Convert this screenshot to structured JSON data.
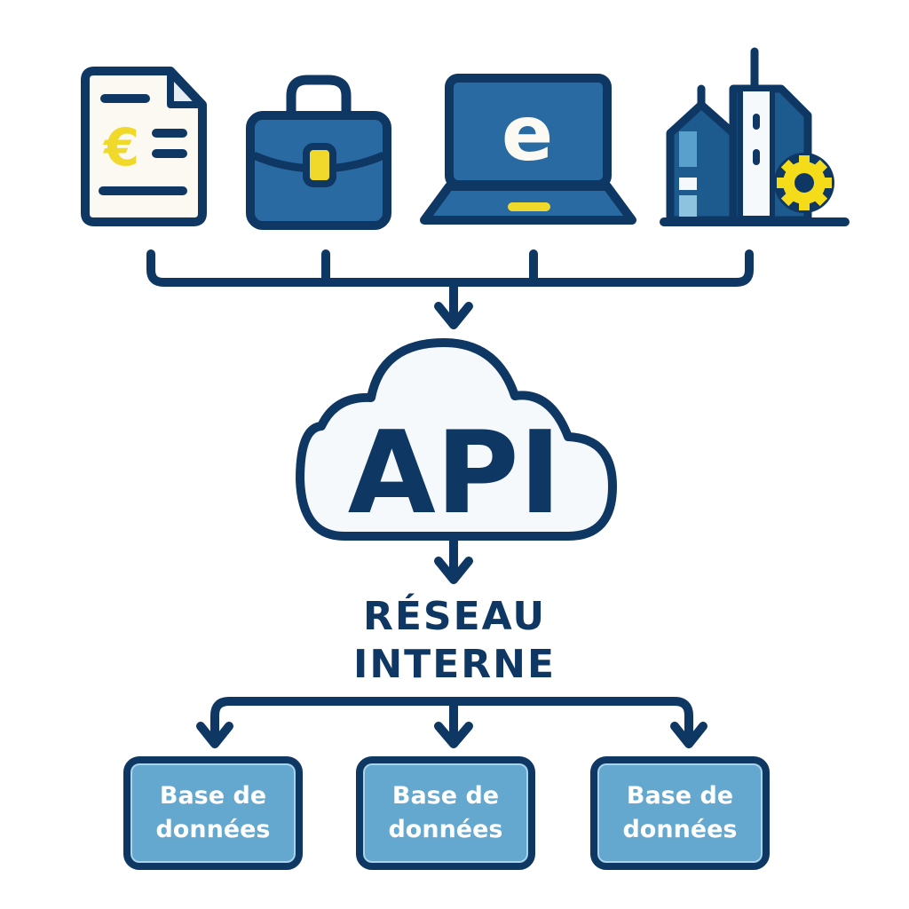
{
  "diagram": {
    "title": "API integration diagram",
    "sources": [
      {
        "name": "invoice",
        "icon": "euro-document-icon",
        "symbol": "€"
      },
      {
        "name": "business",
        "icon": "briefcase-icon"
      },
      {
        "name": "e-commerce",
        "icon": "laptop-icon",
        "symbol": "e"
      },
      {
        "name": "enterprise",
        "icon": "buildings-gear-icon"
      }
    ],
    "hub": {
      "label": "API",
      "icon": "cloud-icon"
    },
    "network": {
      "line1": "RÉSEAU",
      "line2": "INTERNE"
    },
    "databases": [
      {
        "line1": "Base de",
        "line2": "données"
      },
      {
        "line1": "Base de",
        "line2": "données"
      },
      {
        "line1": "Base de",
        "line2": "données"
      }
    ]
  },
  "colors": {
    "navy": "#0e3764",
    "blue": "#2a6aa3",
    "light_blue": "#64a8cf",
    "yellow": "#f0d92a",
    "paper": "#fbf9f2",
    "cloud_fill": "#f5f9fc"
  }
}
